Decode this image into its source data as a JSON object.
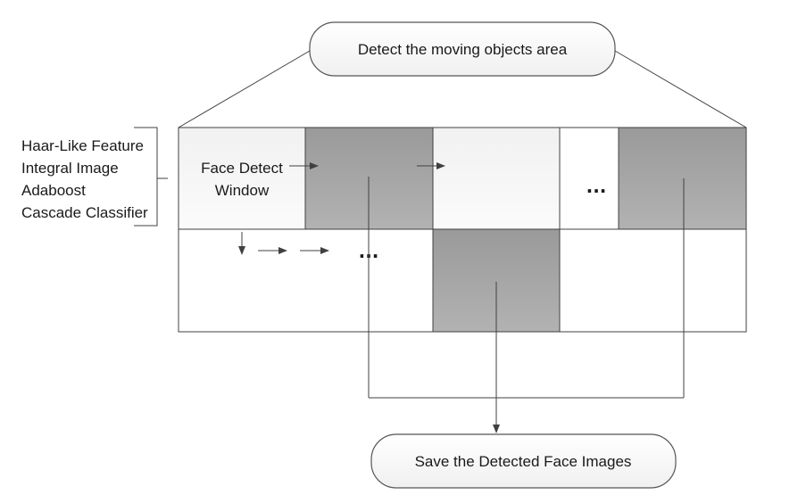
{
  "top_box": {
    "label": "Detect the moving objects area"
  },
  "bottom_box": {
    "label": "Save the Detected Face Images"
  },
  "features": {
    "items": [
      "Haar-Like Feature",
      "Integral Image",
      "Adaboost",
      "Cascade Classifier"
    ]
  },
  "window_label": {
    "line1": "Face Detect",
    "line2": "Window"
  },
  "ellipsis": "...",
  "colors": {
    "dark_cell": "#a6a6a6",
    "light_cell": "#f4f4f4",
    "line": "#404040"
  }
}
